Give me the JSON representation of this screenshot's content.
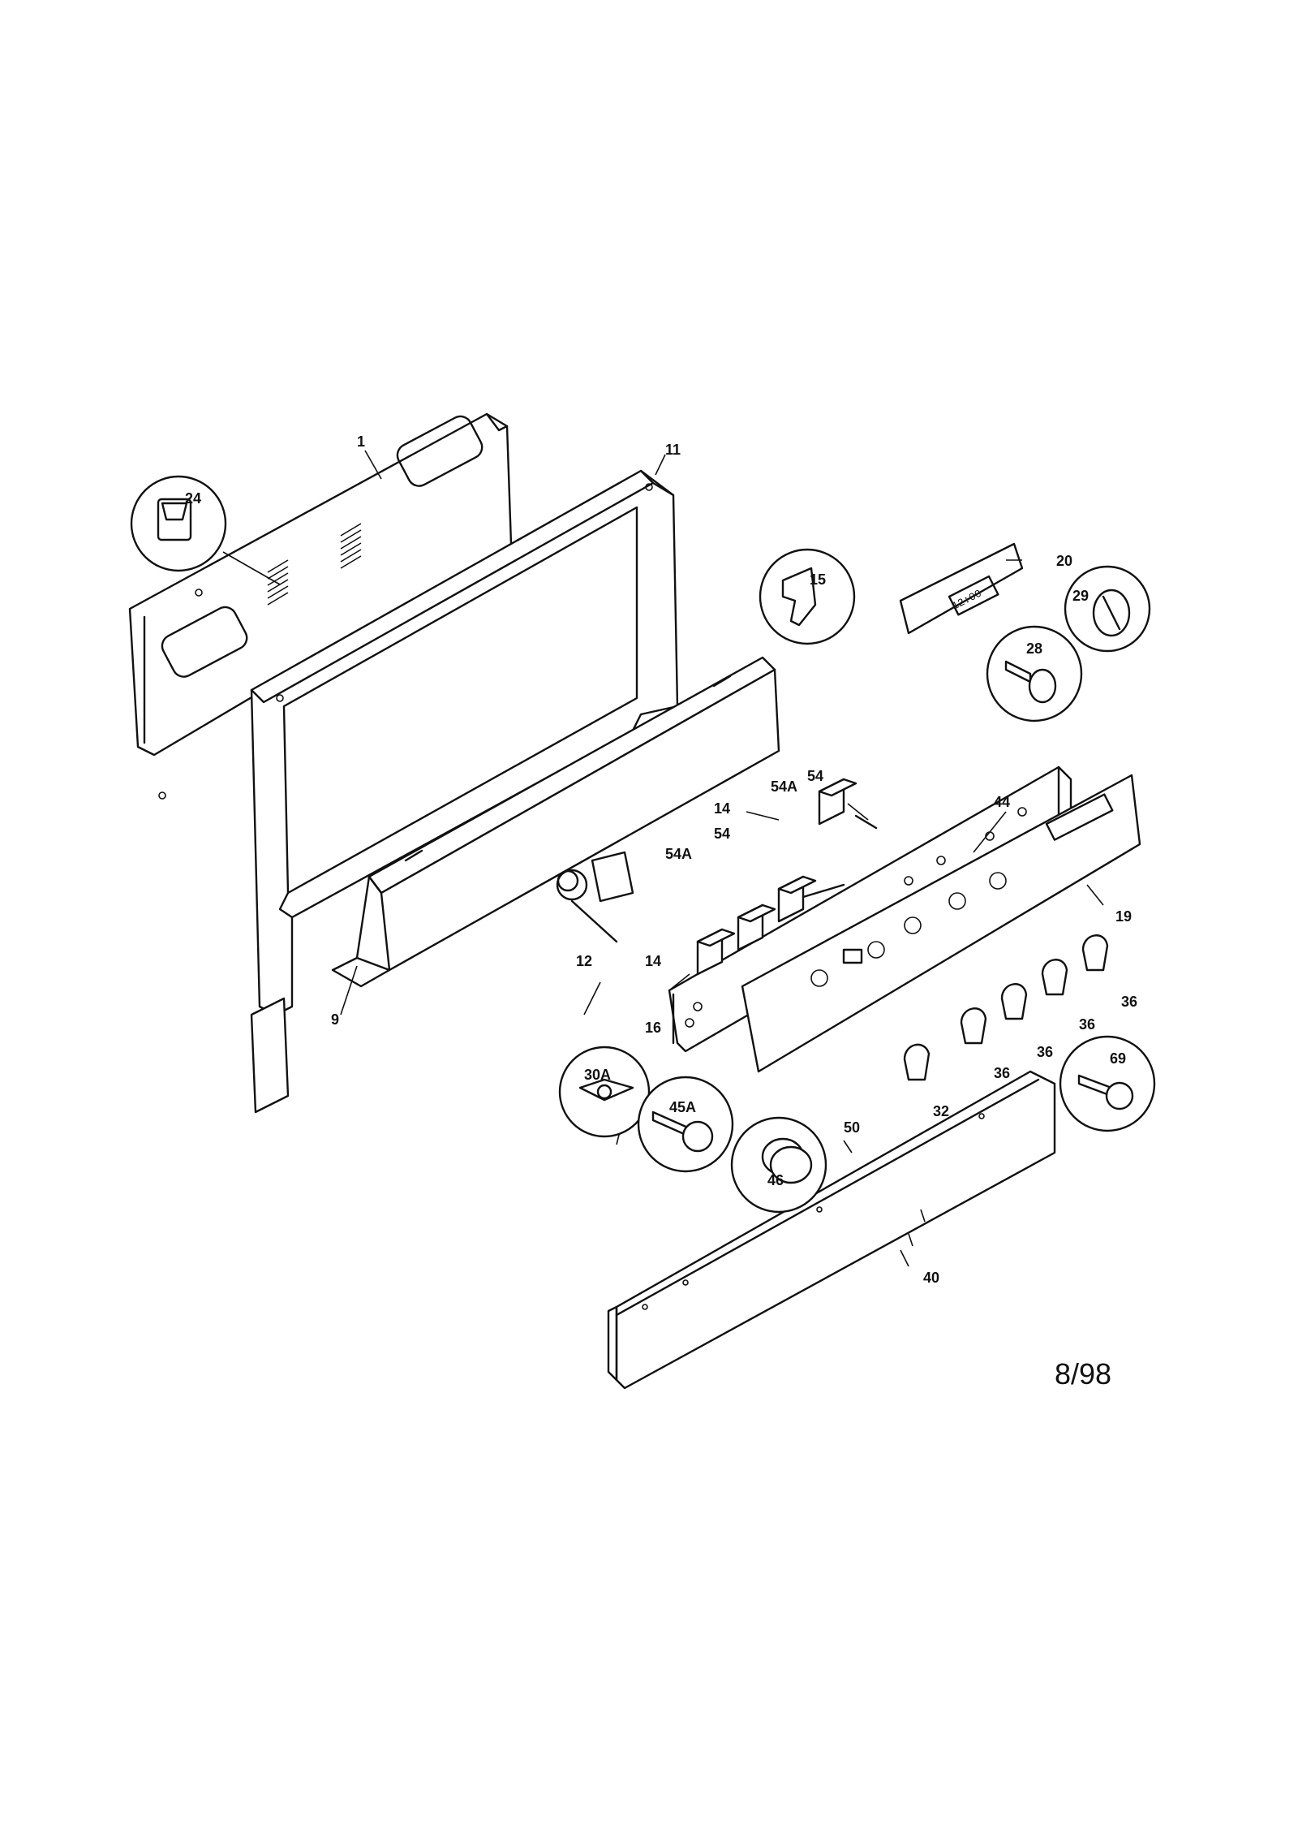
{
  "diagram": {
    "revision_date": "8/98",
    "clock_display": "12:00",
    "part_labels": {
      "p1": "1",
      "p9": "9",
      "p11": "11",
      "p12": "12",
      "p14a": "14",
      "p14b": "14",
      "p15": "15",
      "p16": "16",
      "p19": "19",
      "p20": "20",
      "p24": "24",
      "p28": "28",
      "p29": "29",
      "p30A": "30A",
      "p32": "32",
      "p36a": "36",
      "p36b": "36",
      "p36c": "36",
      "p36d": "36",
      "p40": "40",
      "p44": "44",
      "p45A": "45A",
      "p46": "46",
      "p50": "50",
      "p54a": "54",
      "p54b": "54",
      "p54Aa": "54A",
      "p54Ab": "54A",
      "p69": "69"
    }
  }
}
